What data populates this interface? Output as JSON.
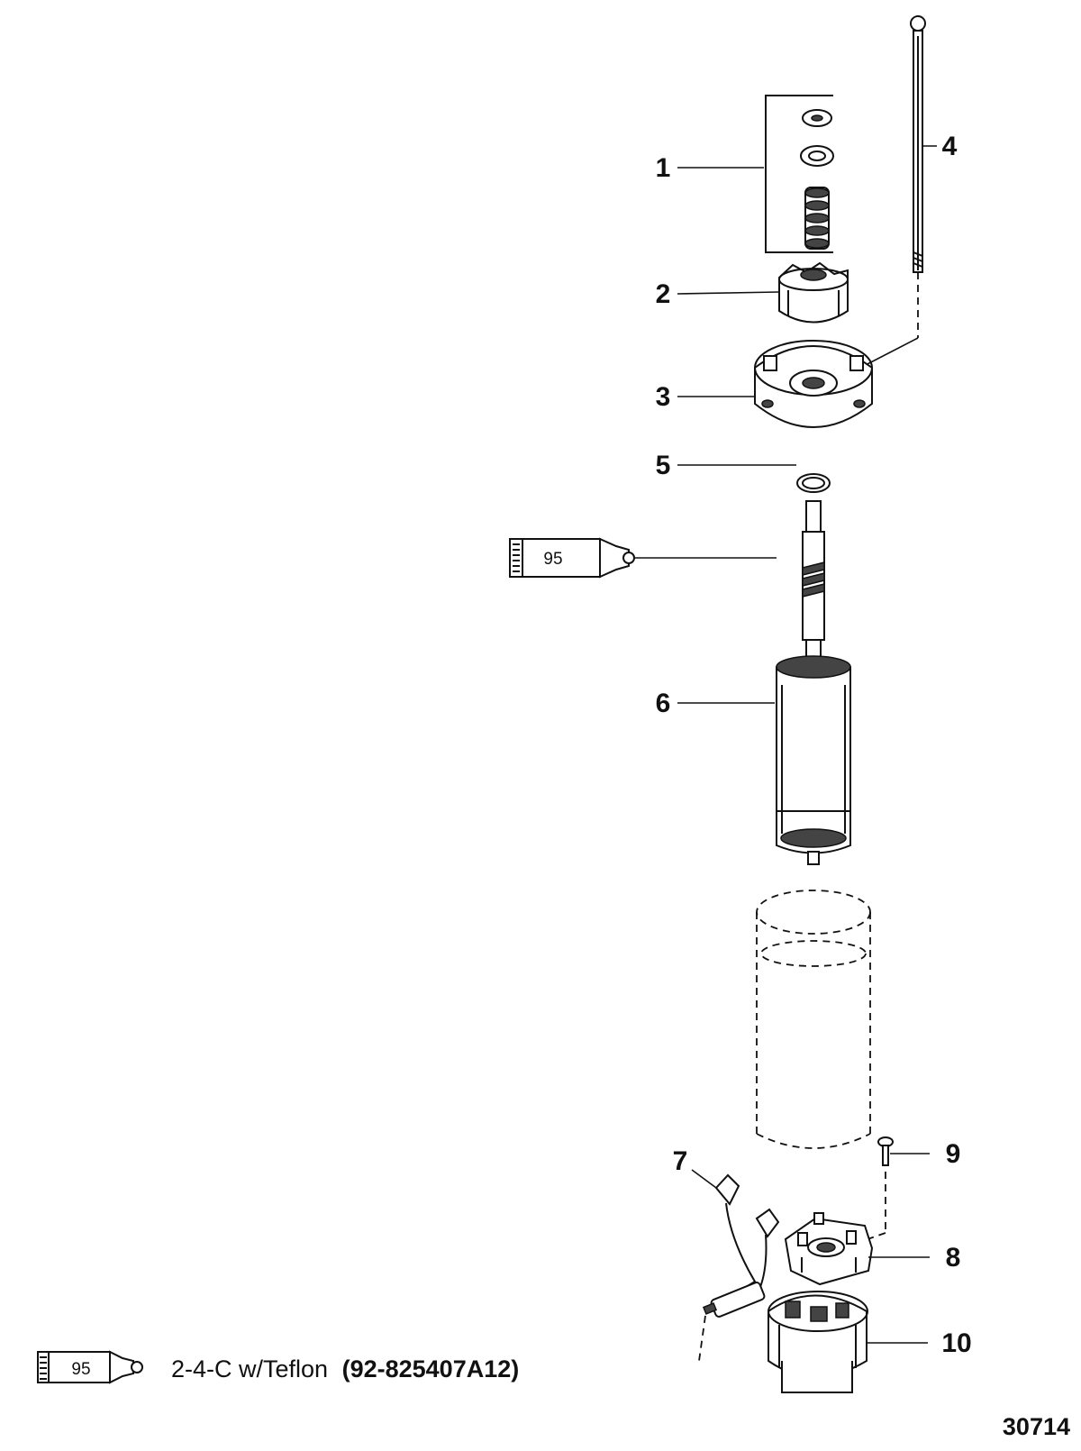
{
  "callouts": {
    "c1": "1",
    "c2": "2",
    "c3": "3",
    "c4": "4",
    "c5": "5",
    "c6": "6",
    "c7": "7",
    "c8": "8",
    "c9": "9",
    "c10": "10"
  },
  "lubricant_tube_number": "95",
  "legend": {
    "tube_number": "95",
    "description": "2-4-C w/Teflon",
    "part_number": "(92-825407A12)"
  },
  "figure_number": "30714"
}
